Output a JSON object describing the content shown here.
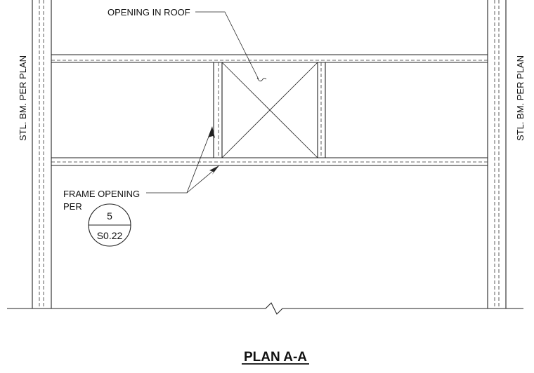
{
  "labels": {
    "opening_in_roof": "OPENING IN ROOF",
    "frame_opening_line1": "FRAME OPENING",
    "frame_opening_line2": "PER",
    "left_beam": "STL. BM. PER PLAN",
    "right_beam": "STL. BM. PER PLAN"
  },
  "detail_bubble": {
    "detail_number": "5",
    "sheet_number": "S0.22"
  },
  "title": "PLAN A-A"
}
